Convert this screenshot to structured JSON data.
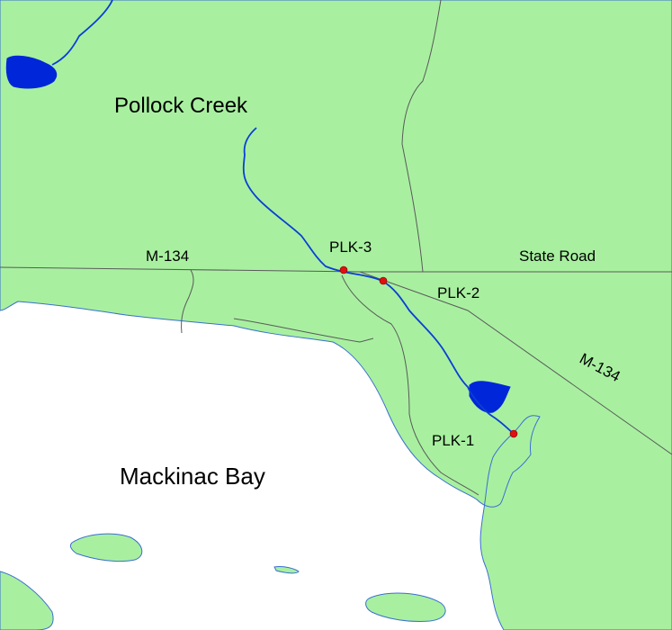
{
  "map": {
    "water_label": "Mackinac Bay",
    "creek_label": "Pollock Creek",
    "roads": {
      "m134_west": "M-134",
      "m134_east": "M-134",
      "state_road": "State Road"
    },
    "sites": [
      {
        "id": "plk-1",
        "label": "PLK-1"
      },
      {
        "id": "plk-2",
        "label": "PLK-2"
      },
      {
        "id": "plk-3",
        "label": "PLK-3"
      }
    ]
  },
  "colors": {
    "land": "#a8f0a0",
    "water": "#ffffff",
    "stream": "#0a3fd6",
    "lake": "#0026d9",
    "shoreline": "#3a6fd0",
    "road": "#5a5a5a",
    "site_marker": "#e01010"
  }
}
